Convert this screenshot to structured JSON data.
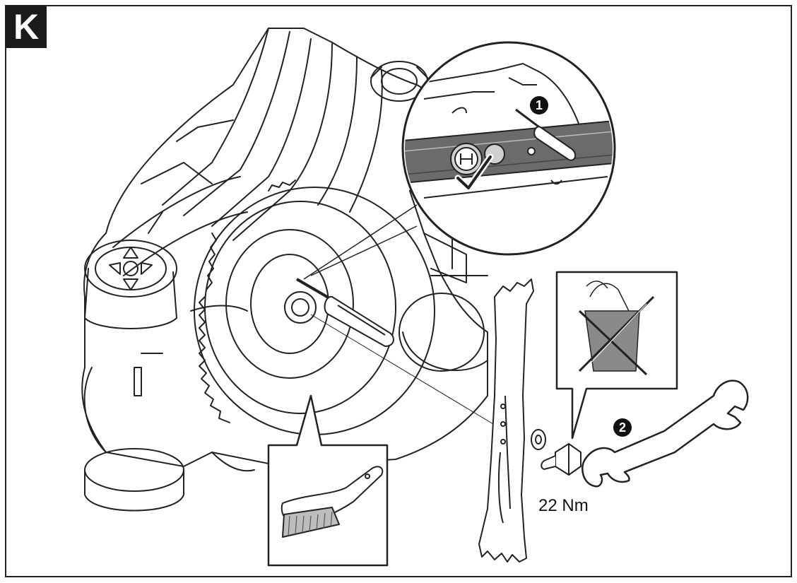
{
  "panel": {
    "letter": "K"
  },
  "steps": {
    "step1": "1",
    "step2": "2"
  },
  "torque": {
    "label": "22 Nm"
  },
  "icons": [
    "lawnmower-icon",
    "screwdriver-icon",
    "bosch-logo-icon",
    "checkmark-icon",
    "brush-icon",
    "blade-icon",
    "washer-icon",
    "bolt-icon",
    "wrench-icon",
    "no-oil-icon"
  ],
  "colors": {
    "line": "#222222",
    "background": "#ffffff",
    "frame": "#222222",
    "callout_fill": "#8a8a8a"
  }
}
